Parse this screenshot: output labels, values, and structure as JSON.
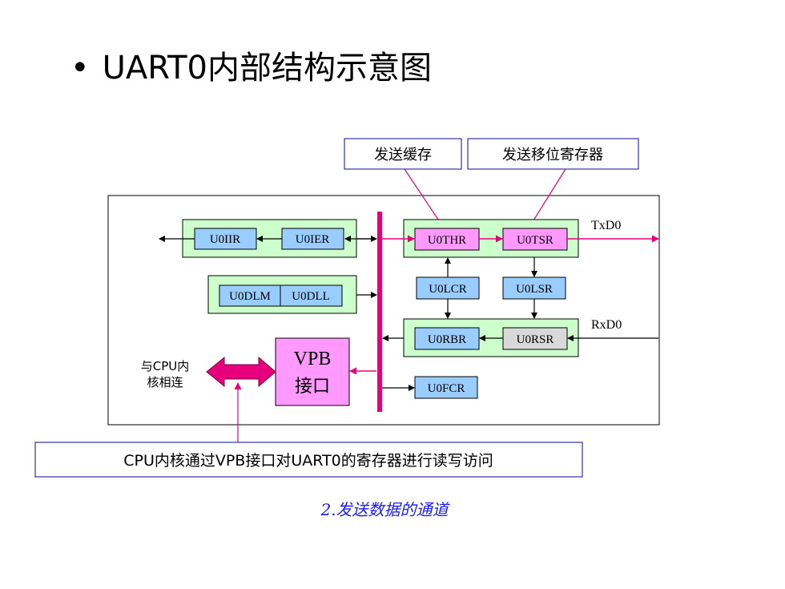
{
  "title": {
    "bullet": "•",
    "text": "UART0内部结构示意图"
  },
  "callouts": {
    "tx_buffer": "发送缓存",
    "tx_shift": "发送移位寄存器"
  },
  "registers": {
    "u0iir": "U0IIR",
    "u0ier": "U0IER",
    "u0dlm": "U0DLM",
    "u0dll": "U0DLL",
    "u0thr": "U0THR",
    "u0tsr": "U0TSR",
    "u0lcr": "U0LCR",
    "u0lsr": "U0LSR",
    "u0rbr": "U0RBR",
    "u0rsr": "U0RSR",
    "u0fcr": "U0FCR"
  },
  "vpb": {
    "line1": "VPB",
    "line2": "接口"
  },
  "signals": {
    "txd": "TxD0",
    "rxd": "RxD0"
  },
  "cpu_label": {
    "line1": "与CPU内",
    "line2": "核相连"
  },
  "note": "CPU内核通过VPB接口对UART0的寄存器进行读写访问",
  "caption": "2.发送数据的通道",
  "colors": {
    "reg_fill": "#99ccff",
    "tx_reg_fill": "#ff99ff",
    "rsr_fill": "#d9d9d9",
    "group_fill": "#ccffcc",
    "bus": "#e6007e",
    "callout_border": "#3333aa",
    "caption": "#1a1aff"
  }
}
